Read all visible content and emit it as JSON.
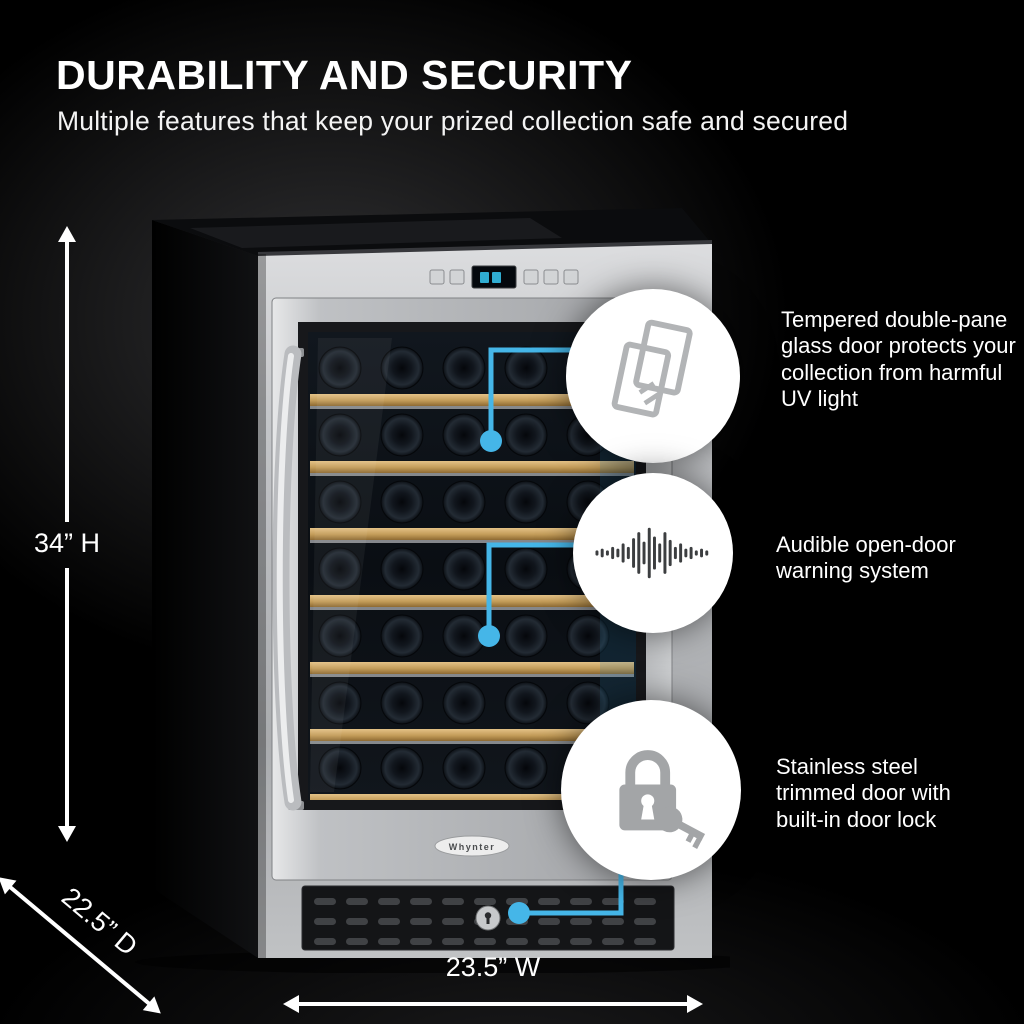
{
  "header": {
    "title": "DURABILITY AND SECURITY",
    "subtitle": "Multiple features that keep your prized collection safe and secured"
  },
  "dimensions": {
    "height": "34” H",
    "depth": "22.5” D",
    "width": "23.5” W"
  },
  "features": [
    {
      "icon": "double-pane-glass-icon",
      "text": "Tempered double-pane glass door protects your collection from harmful UV light"
    },
    {
      "icon": "sound-wave-icon",
      "text": "Audible open-door warning system"
    },
    {
      "icon": "lock-and-key-icon",
      "text": "Stainless steel trimmed door with built-in door lock"
    }
  ],
  "product": {
    "brand": "Whynter"
  },
  "colors": {
    "accent": "#45b6e8",
    "background": "#000000",
    "text": "#ffffff"
  }
}
